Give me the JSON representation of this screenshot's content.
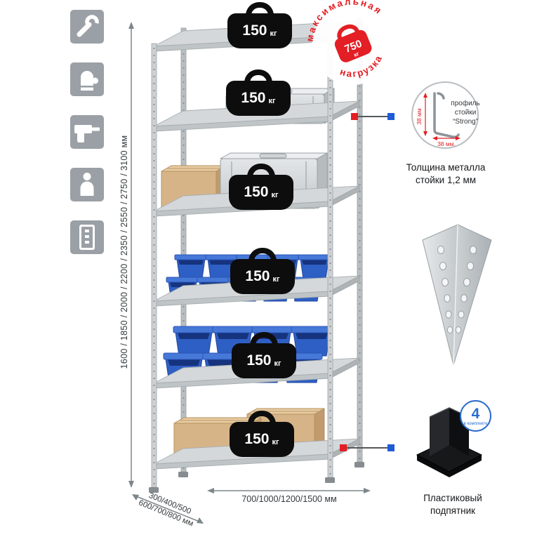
{
  "sidebar": {
    "icons": [
      {
        "name": "wrench"
      },
      {
        "name": "gloves"
      },
      {
        "name": "drill"
      },
      {
        "name": "person"
      },
      {
        "name": "cabinet"
      }
    ]
  },
  "dimensions": {
    "height": "1600 / 1850 / 2000 / 2200 / 2350 / 2550 / 2750 / 3100 мм",
    "depth_line1": "300/400/500",
    "depth_line2": "600/700/800 мм",
    "width": "700/1000/1200/1500 мм"
  },
  "rack": {
    "shelves": [
      {
        "load": "150",
        "unit": "кг"
      },
      {
        "load": "150",
        "unit": "кг"
      },
      {
        "load": "150",
        "unit": "кг"
      },
      {
        "load": "150",
        "unit": "кг"
      },
      {
        "load": "150",
        "unit": "кг"
      },
      {
        "load": "150",
        "unit": "кг"
      }
    ]
  },
  "max_load_stamp": {
    "word1": "максимальная",
    "word2": "нагрузка",
    "value": "750",
    "unit": "кг"
  },
  "profile_detail": {
    "line1": "профиль",
    "line2": "стойки",
    "line3": "“Strong”",
    "dim_vertical": "38 мм",
    "dim_horizontal": "38 мм.",
    "caption_line1": "Толщина металла",
    "caption_line2": "стойки 1,2 мм"
  },
  "foot_detail": {
    "badge_value": "4",
    "badge_text": "в комплекте",
    "caption_line1": "Пластиковый",
    "caption_line2": "подпятник"
  },
  "colors": {
    "accent_red": "#e31e24",
    "accent_blue": "#1e5bd6",
    "icon_gray": "#9aa0a5"
  }
}
